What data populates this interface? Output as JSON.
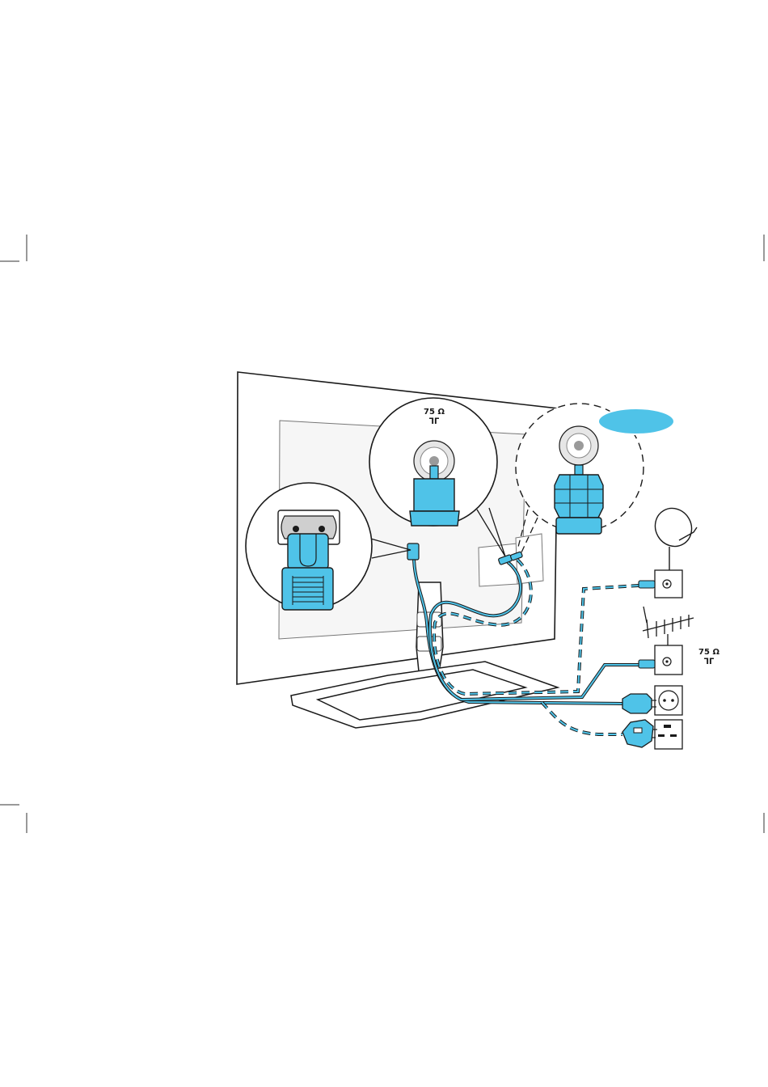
{
  "antenna_port": {
    "impedance_label": "75 Ω",
    "connector_symbol": "ᒣᒥ"
  },
  "wall_antenna_socket": {
    "impedance_label": "75 Ω",
    "connector_symbol": "ᒣᒥ"
  },
  "satellite_callout": {
    "badge_text": ""
  },
  "colors": {
    "connector_blue": "#4fc3e8",
    "line": "#1a1a1a",
    "grey_fill": "#d0d0d0",
    "panel_grey": "#f3f3f3"
  },
  "icons": [
    "tv-back-icon",
    "power-connector-icon",
    "coax-connector-icon",
    "satellite-dish-icon",
    "terrestrial-antenna-icon",
    "eu-power-socket-icon",
    "uk-power-socket-icon",
    "eu-power-plug-icon",
    "uk-power-plug-icon"
  ]
}
